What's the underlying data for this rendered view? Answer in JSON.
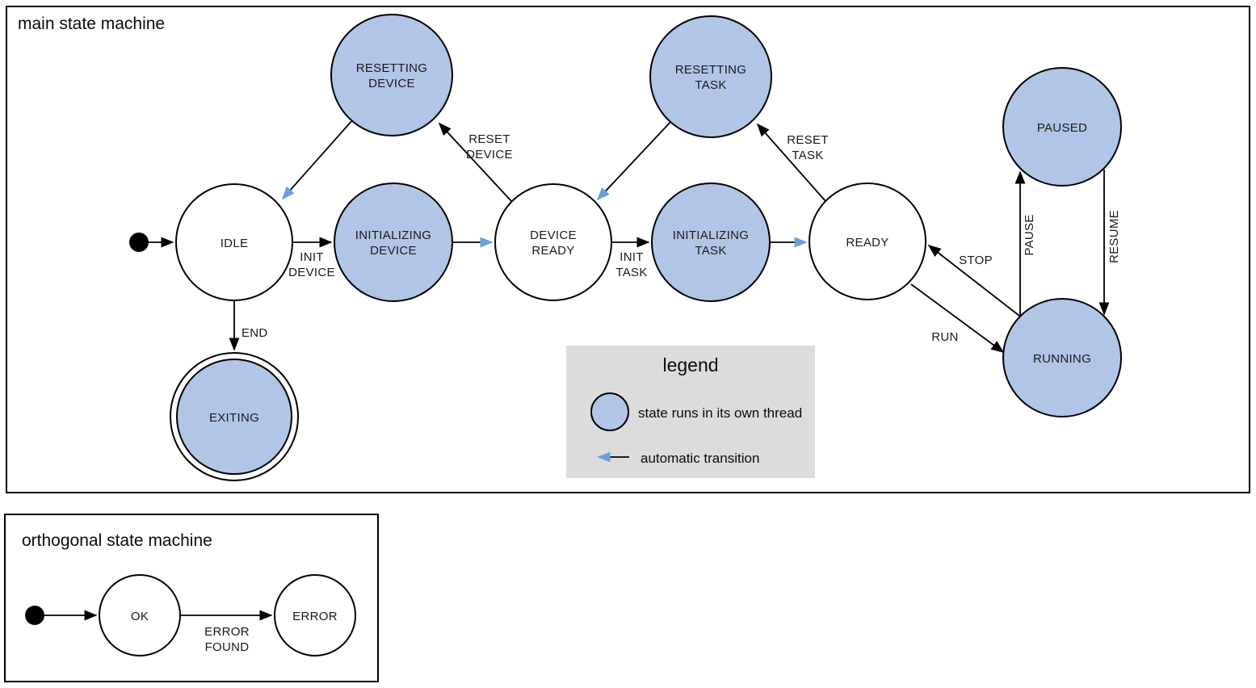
{
  "colors": {
    "thread_fill": "#b1c5e7",
    "auto_transition": "#67a0da",
    "legend_bg": "#dcdcdc",
    "plain_fill": "#ffffff"
  },
  "main_machine": {
    "title": "main state machine",
    "states": {
      "resetting_device": {
        "line1": "RESETTING",
        "line2": "DEVICE"
      },
      "resetting_task": {
        "line1": "RESETTING",
        "line2": "TASK"
      },
      "paused": {
        "label": "PAUSED"
      },
      "idle": {
        "label": "IDLE"
      },
      "initializing_device": {
        "line1": "INITIALIZING",
        "line2": "DEVICE"
      },
      "device_ready": {
        "line1": "DEVICE",
        "line2": "READY"
      },
      "initializing_task": {
        "line1": "INITIALIZING",
        "line2": "TASK"
      },
      "ready": {
        "label": "READY"
      },
      "running": {
        "label": "RUNNING"
      },
      "exiting": {
        "label": "EXITING"
      }
    },
    "transitions": {
      "init_device": {
        "line1": "INIT",
        "line2": "DEVICE"
      },
      "init_task": {
        "line1": "INIT",
        "line2": "TASK"
      },
      "reset_device": {
        "line1": "RESET",
        "line2": "DEVICE"
      },
      "reset_task": {
        "line1": "RESET",
        "line2": "TASK"
      },
      "end": {
        "label": "END"
      },
      "run": {
        "label": "RUN"
      },
      "stop": {
        "label": "STOP"
      },
      "pause": {
        "label": "PAUSE"
      },
      "resume": {
        "label": "RESUME"
      }
    }
  },
  "legend": {
    "title": "legend",
    "thread_item": "state runs in its own thread",
    "auto_item": "automatic transition"
  },
  "orthogonal_machine": {
    "title": "orthogonal state machine",
    "states": {
      "ok": {
        "label": "OK"
      },
      "error": {
        "label": "ERROR"
      }
    },
    "transitions": {
      "error_found": {
        "line1": "ERROR",
        "line2": "FOUND"
      }
    }
  }
}
